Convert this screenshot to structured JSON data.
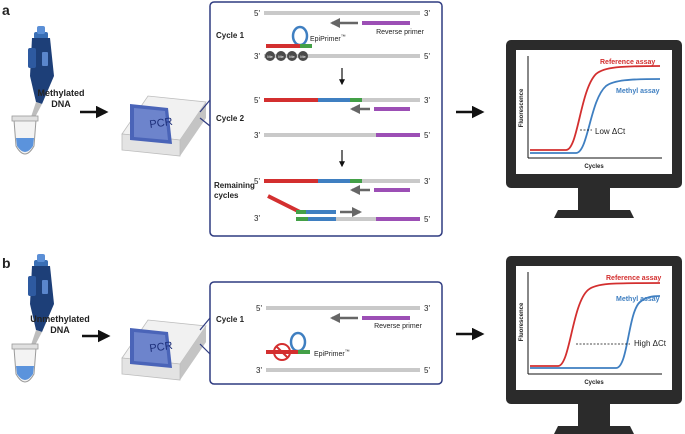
{
  "colors": {
    "frame": "#2f3b80",
    "grey": "#c9c9c9",
    "red": "#d32f2f",
    "blue": "#3f7fc1",
    "green": "#43a047",
    "purple": "#9c4fb5",
    "arrow": "#666666",
    "monitor": "#2b2b2b",
    "pcr_screen": "#4a64b8"
  },
  "icons": [
    "pipette-icon",
    "tube-icon",
    "pcr-machine-icon",
    "monitor-icon",
    "forbidden-icon",
    "primer-loop-icon"
  ],
  "panel_a": {
    "letter": "a",
    "sample_label_1": "Methylated",
    "sample_label_2": "DNA",
    "pcr_text": "PCR",
    "cycle1": "Cycle 1",
    "cycle2": "Cycle 2",
    "remaining_1": "Remaining",
    "remaining_2": "cycles",
    "five_prime": "5'",
    "three_prime": "3'",
    "reverse_primer": "Reverse primer",
    "epiprimer": "EpiPrimer",
    "tm": "™",
    "methyl_mark": "Me",
    "chart": {
      "ylabel": "Fluorescence",
      "xlabel": "Cycles",
      "reference": "Reference assay",
      "methyl": "Methyl assay",
      "delta": "Low ΔCt"
    }
  },
  "panel_b": {
    "letter": "b",
    "sample_label_1": "Unmethylated",
    "sample_label_2": "DNA",
    "pcr_text": "PCR",
    "cycle1": "Cycle 1",
    "five_prime": "5'",
    "three_prime": "3'",
    "reverse_primer": "Reverse primer",
    "epiprimer": "EpiPrimer",
    "tm": "™",
    "chart": {
      "ylabel": "Fluorescence",
      "xlabel": "Cycles",
      "reference": "Reference assay",
      "methyl": "Methyl assay",
      "delta": "High ΔCt"
    }
  }
}
